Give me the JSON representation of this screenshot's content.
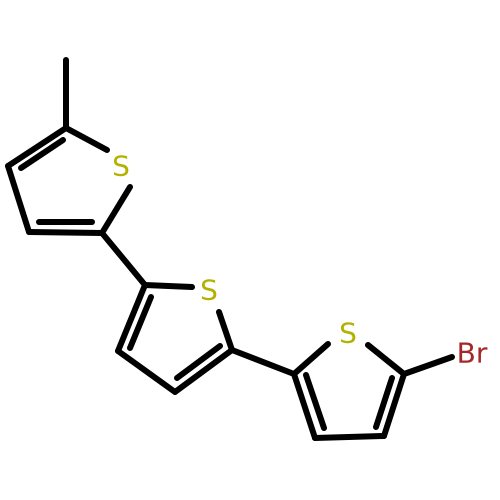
{
  "molecule": {
    "atoms": {
      "sulfur_1": "S",
      "sulfur_2": "S",
      "sulfur_3": "S",
      "bromine": "Br"
    },
    "colors": {
      "sulfur": "#b2b200",
      "bromine": "#a52828",
      "bond": "#000000",
      "background": "#ffffff"
    }
  }
}
